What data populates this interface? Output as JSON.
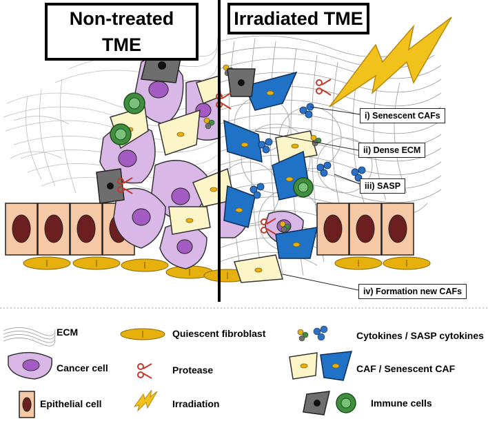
{
  "titles": {
    "left": "Non-treated TME",
    "right": "Irradiated TME"
  },
  "callouts": {
    "senescent_cafs": "i) Senescent CAFs",
    "dense_ecm": "ii) Dense ECM",
    "sasp": "iii) SASP",
    "new_cafs": "iv) Formation new CAFs"
  },
  "legend": {
    "ecm": "ECM",
    "cancer_cell": "Cancer cell",
    "epithelial_cell": "Epithelial cell",
    "quiescent_fibroblast": "Quiescent fibroblast",
    "protease": "Protease",
    "irradiation": "Irradiation",
    "cytokines": "Cytokines / SASP cytokines",
    "caf": "CAF / Senescent CAF",
    "immune_cells": "Immune cells"
  },
  "colors": {
    "cancer_cell": "#d9b8e8",
    "cancer_nucleus": "#a45cc4",
    "caf": "#fbf5c8",
    "senescent_caf": "#1f72c6",
    "epithelial": "#f6c9a6",
    "epithelial_nucleus": "#6b1f1f",
    "fibroblast": "#e7b10d",
    "immune_gray": "#6e6e6e",
    "immune_green": "#3f8f3f",
    "irradiation": "#f2c21c",
    "protease": "#c0392b"
  }
}
